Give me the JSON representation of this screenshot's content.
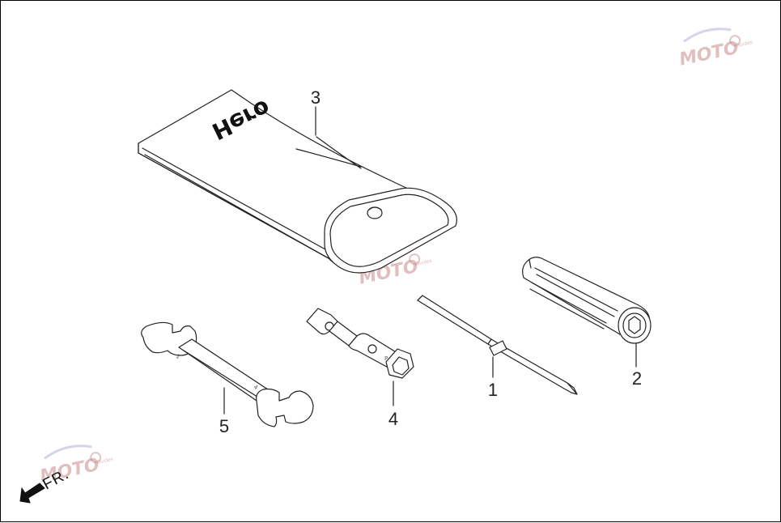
{
  "diagram": {
    "callouts": [
      {
        "id": "1",
        "label": "1"
      },
      {
        "id": "2",
        "label": "2"
      },
      {
        "id": "3",
        "label": "3"
      },
      {
        "id": "4",
        "label": "4"
      },
      {
        "id": "5",
        "label": "5"
      }
    ],
    "pouch_brand": "Hero",
    "wrench_size_a": "1",
    "wrench_size_b": "4",
    "spanner_stamp": "P",
    "direction_label": "FR.",
    "watermark": {
      "text": "MOTO",
      "subtext": "Guides"
    }
  }
}
